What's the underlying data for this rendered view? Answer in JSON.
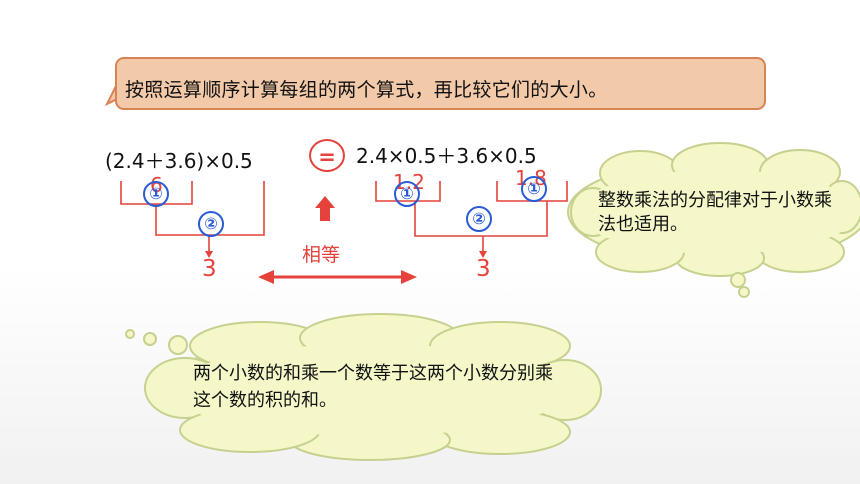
{
  "prompt": "按照运算顺序计算每组的两个算式，再比较它们的大小。",
  "left_expression": "(2.4＋3.6)×0.5",
  "right_expression": "2.4×0.5＋3.6×0.5",
  "equal_sign": "=",
  "equal_label": "相等",
  "steps": {
    "step1": "①",
    "step2": "②"
  },
  "left_results": {
    "sum": "6",
    "result": "3"
  },
  "right_results": {
    "product1": "1.2",
    "product2": "1.8",
    "result": "3"
  },
  "thought_bubble_right": "整数乘法的分配律对于小数乘法也适用。",
  "thought_bubble_bottom": "两个小数的和乘一个数等于这两个小数分别乘这个数的积的和。",
  "colors": {
    "accent_red": "#e4423a",
    "step_blue": "#2a5bd7",
    "prompt_fill": "#f3caa9",
    "prompt_border": "#d78356",
    "bubble_fill": "#f5f7c9",
    "bubble_border": "#c6d08f"
  },
  "icons": [
    "arrow-up-icon",
    "double-arrow-icon",
    "thought-bubble-icon"
  ]
}
